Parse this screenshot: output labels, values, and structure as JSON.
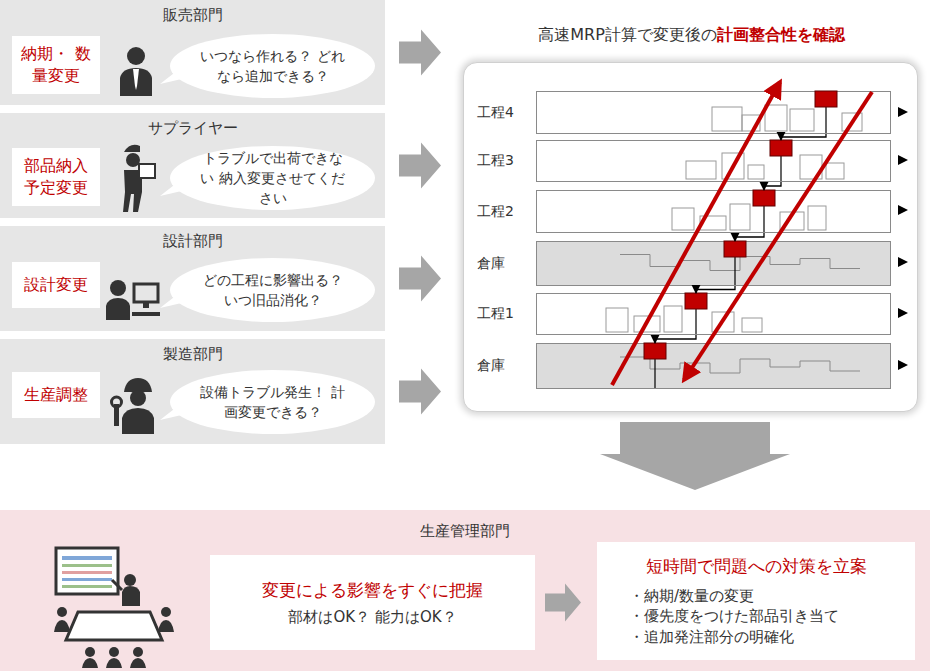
{
  "diagram": {
    "nodes": [
      {
        "text": [
          "販売部門"
        ]
      },
      {
        "text": [
          "納期・ 数量変更"
        ],
        "in": 0
      },
      {
        "text": [
          "いつなら作れる？ どれなら追加できる？"
        ],
        "in": 0
      },
      {
        "text": [
          "サプライヤー"
        ]
      },
      {
        "text": [
          "部品納入 予定変更"
        ],
        "in": 3
      },
      {
        "text": [
          "トラブルで出荷できない 納入変更させてください"
        ],
        "in": 3
      },
      {
        "text": [
          "設計部門"
        ]
      },
      {
        "text": [
          "設計変更"
        ],
        "in": 6
      },
      {
        "text": [
          "どの工程に影響出る？ いつ旧品消化？"
        ],
        "in": 6
      },
      {
        "text": [
          "製造部門"
        ]
      },
      {
        "text": [
          "生産調整"
        ],
        "in": 9
      },
      {
        "text": [
          "設備トラブル発生！ 計画変更できる？"
        ],
        "in": 9
      },
      {
        "text": [
          "高速MRP計算で変更後の",
          "計画整合性を確認"
        ]
      },
      {
        "text": [
          "工程4"
        ],
        "in": 12
      },
      {
        "text": [
          "工程3"
        ],
        "in": 12
      },
      {
        "text": [
          "工程2"
        ],
        "in": 12
      },
      {
        "text": [
          "倉庫"
        ],
        "in": 12
      },
      {
        "text": [
          "工程1"
        ],
        "in": 12
      },
      {
        "text": [
          "倉庫"
        ],
        "in": 12
      },
      {
        "text": [
          "生産管理部門"
        ]
      },
      {
        "text": [
          "変更による影響をすぐに把握",
          "部材はOK？ 能力はOK？"
        ],
        "in": 19
      },
      {
        "text": [
          "短時間で問題への対策を立案",
          "・納期/数量の変更",
          "・優先度をつけた部品引き当て",
          "・追加発注部分の明確化"
        ],
        "in": 19
      }
    ],
    "edges": [
      {
        "from": 0,
        "to": 12,
        "arrow": "to"
      },
      {
        "from": 3,
        "to": 12,
        "arrow": "to"
      },
      {
        "from": 6,
        "to": 12,
        "arrow": "to"
      },
      {
        "from": 9,
        "to": 12,
        "arrow": "to"
      },
      {
        "from": 13,
        "to": 14,
        "arrow": "to"
      },
      {
        "from": 14,
        "to": 15,
        "arrow": "to"
      },
      {
        "from": 15,
        "to": 16,
        "arrow": "to"
      },
      {
        "from": 16,
        "to": 17,
        "arrow": "to"
      },
      {
        "from": 17,
        "to": 18,
        "arrow": "to"
      },
      {
        "from": 12,
        "to": 19,
        "arrow": "to"
      },
      {
        "from": 20,
        "to": 21,
        "arrow": "to"
      }
    ]
  }
}
